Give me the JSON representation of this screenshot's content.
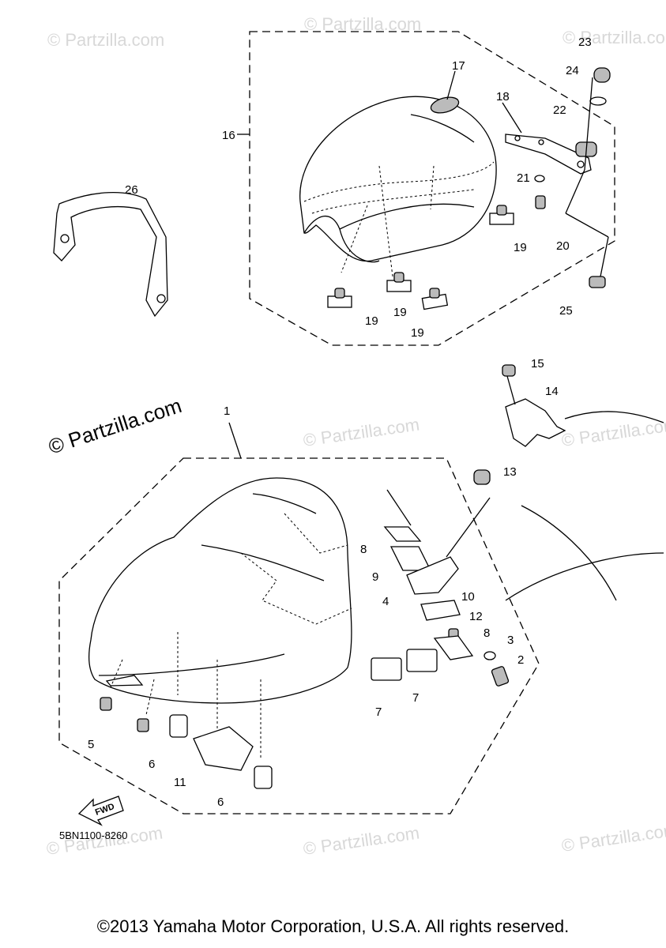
{
  "watermark": {
    "small": "© Partzilla.com",
    "large": "© Partzilla.com"
  },
  "callouts": {
    "c1": "1",
    "c2": "2",
    "c3": "3",
    "c4": "4",
    "c5": "5",
    "c6a": "6",
    "c6b": "6",
    "c7a": "7",
    "c7b": "7",
    "c8a": "8",
    "c8b": "8",
    "c9": "9",
    "c10": "10",
    "c11": "11",
    "c12": "12",
    "c13": "13",
    "c14": "14",
    "c15": "15",
    "c16": "16",
    "c17": "17",
    "c18": "18",
    "c19a": "19",
    "c19b": "19",
    "c19c": "19",
    "c19d": "19",
    "c20": "20",
    "c21": "21",
    "c22": "22",
    "c23": "23",
    "c24": "24",
    "c25": "25",
    "c26": "26"
  },
  "fwd_label": "FWD",
  "diagram_code": "5BN1100-8260",
  "copyright": "©2013 Yamaha Motor Corporation, U.S.A. All rights reserved."
}
